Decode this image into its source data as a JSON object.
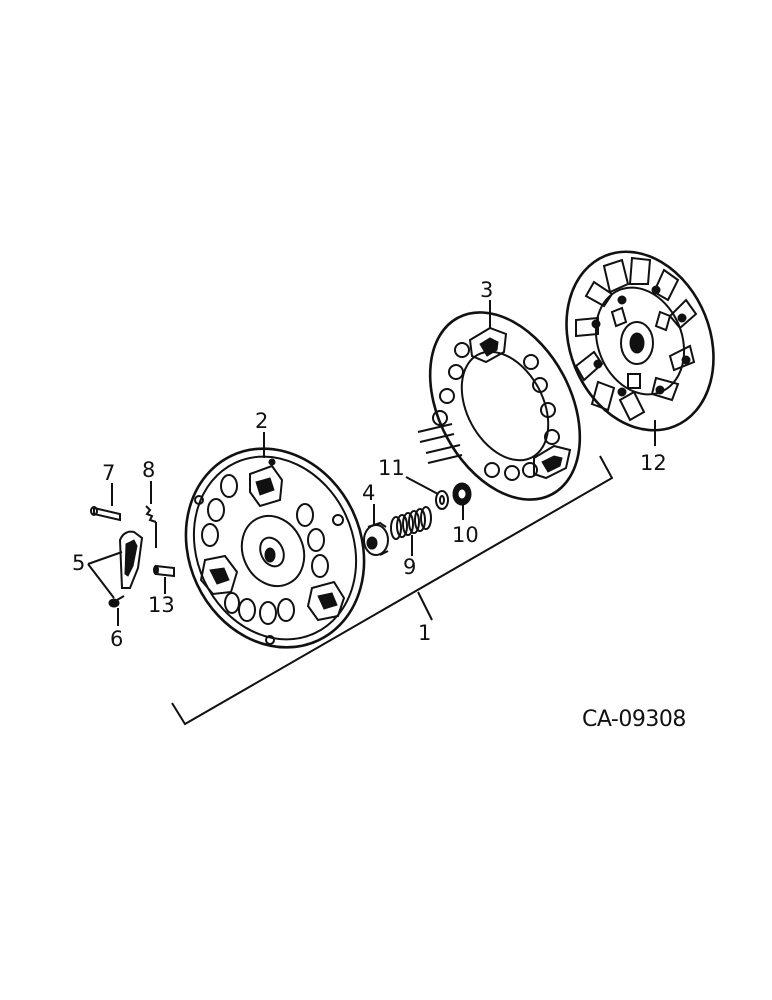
{
  "drawing_code": "CA-09308",
  "callouts": [
    "1",
    "2",
    "3",
    "4",
    "5",
    "6",
    "7",
    "8",
    "9",
    "10",
    "11",
    "12",
    "13"
  ]
}
